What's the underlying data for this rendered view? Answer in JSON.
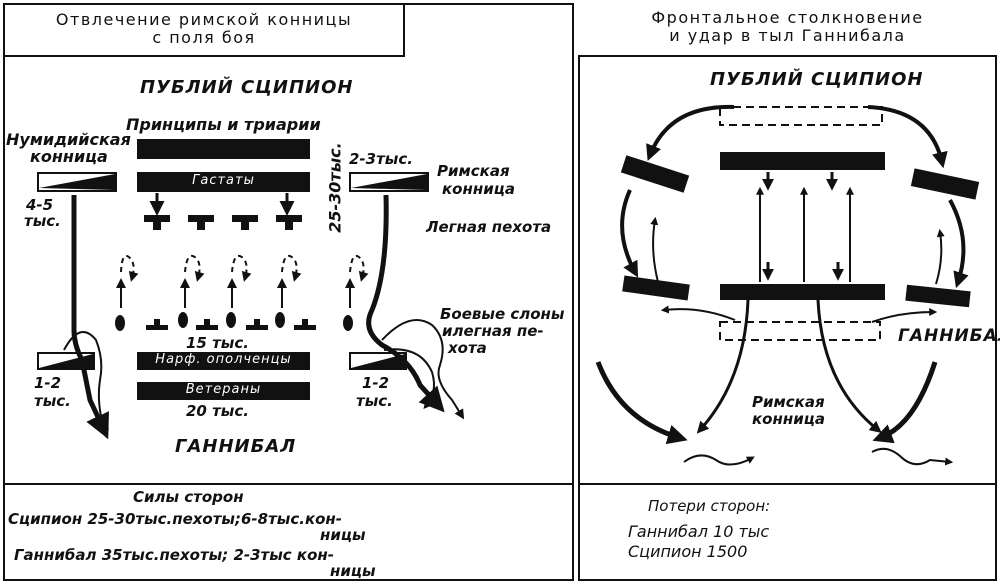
{
  "left": {
    "title_line1": "Отвлечение римской конницы",
    "title_line2": "с поля боя",
    "scipio": "ПУБЛИЙ СЦИПИОН",
    "principes": "Принципы и триарии",
    "numidian_line1": "Нумидийская",
    "numidian_line2": "конница",
    "hastati": "Гастаты",
    "numidian_count_line1": "4-5",
    "numidian_count_line2": "тыс.",
    "roman_count": "2-3тыс.",
    "roman_cav_line1": "Римская",
    "roman_cav_line2": "конница",
    "roman_infantry": "25-30тыс.",
    "light_infantry": "Легная пехота",
    "elephants_line1": "Боевые слоны",
    "elephants_line2": "илегная пе-",
    "elephants_line3": "хота",
    "elephants_count": "15 тыс.",
    "militia": "Нарф. ополченцы",
    "veterans": "Ветераны",
    "veterans_count": "20 тыс.",
    "cav_left_line1": "1-2",
    "cav_left_line2": "тыс.",
    "cav_right_line1": "1-2",
    "cav_right_line2": "тыс.",
    "hannibal": "ГАННИБАЛ",
    "forces_title": "Силы сторон",
    "forces_scipio_line1": "Сципион 25-30тыс.пехоты;6-8тыс.кон-",
    "forces_scipio_line2": "ницы",
    "forces_hannibal_line1": "Ганнибал 35тыс.пехоты; 2-3тыс кон-",
    "forces_hannibal_line2": "ницы"
  },
  "right": {
    "title_line1": "Фронтальное столкновение",
    "title_line2": "и удар в тыл Ганнибала",
    "scipio": "ПУБЛИЙ СЦИПИОН",
    "hannibal": "ГАННИБАЛ",
    "roman_cav_line1": "Римская",
    "roman_cav_line2": "конница",
    "losses_title": "Потери сторон:",
    "losses_hannibal": "Ганнибал  10 тыс",
    "losses_scipio": "Сципион  1500"
  }
}
